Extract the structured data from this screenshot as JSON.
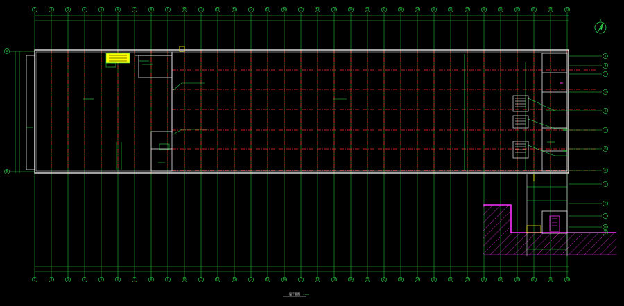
{
  "drawing": {
    "title": "一层平面图",
    "scale": "1:100",
    "background": "#000000",
    "colors": {
      "grid": "#2fd94a",
      "axis": "#ff2a2a",
      "wall": "#e8e8e8",
      "accent": "#ff30ff",
      "label": "#ffff00"
    },
    "column_labels": [
      "1",
      "2",
      "3",
      "4",
      "5",
      "6",
      "7",
      "8",
      "9",
      "10",
      "11",
      "12",
      "13",
      "14",
      "15",
      "16",
      "17",
      "18",
      "19",
      "20",
      "21",
      "22",
      "23",
      "24",
      "25",
      "26",
      "27",
      "28",
      "29",
      "30",
      "31",
      "32",
      "33"
    ],
    "row_labels_left": [
      "A",
      "B"
    ],
    "row_labels_right": [
      "A",
      "B",
      "C",
      "D",
      "E",
      "F",
      "G",
      "H",
      "J",
      "K",
      "L",
      "M",
      "N"
    ],
    "north_symbol": "N"
  }
}
